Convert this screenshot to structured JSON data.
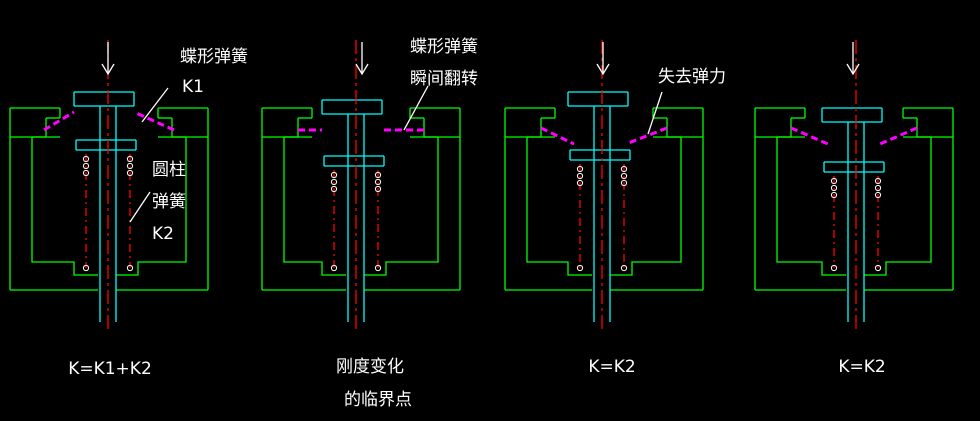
{
  "colors": {
    "background": "#000000",
    "housing": "#00ff00",
    "shaft": "#00ffff",
    "disc_spring": "#ff00ff",
    "centerline": "#ff0000",
    "coil": "#ffffff",
    "text": "#ffffff"
  },
  "panels": [
    {
      "state": "preloaded",
      "caption": [
        "K=K1+K2"
      ],
      "callouts": {
        "disc_spring": [
          "蝶形弹簧",
          "K1"
        ],
        "coil_spring": [
          "圆柱",
          "弹簧",
          "K2"
        ]
      }
    },
    {
      "state": "flat",
      "caption": [
        "刚度变化",
        "的临界点"
      ],
      "callouts": {
        "disc_spring": [
          "蝶形弹簧",
          "瞬间翻转"
        ]
      }
    },
    {
      "state": "flipped",
      "caption": [
        "K=K2"
      ],
      "callouts": {
        "disc_spring": [
          "失去弹力"
        ]
      }
    },
    {
      "state": "flipped",
      "caption": [
        "K=K2"
      ],
      "callouts": {}
    }
  ]
}
